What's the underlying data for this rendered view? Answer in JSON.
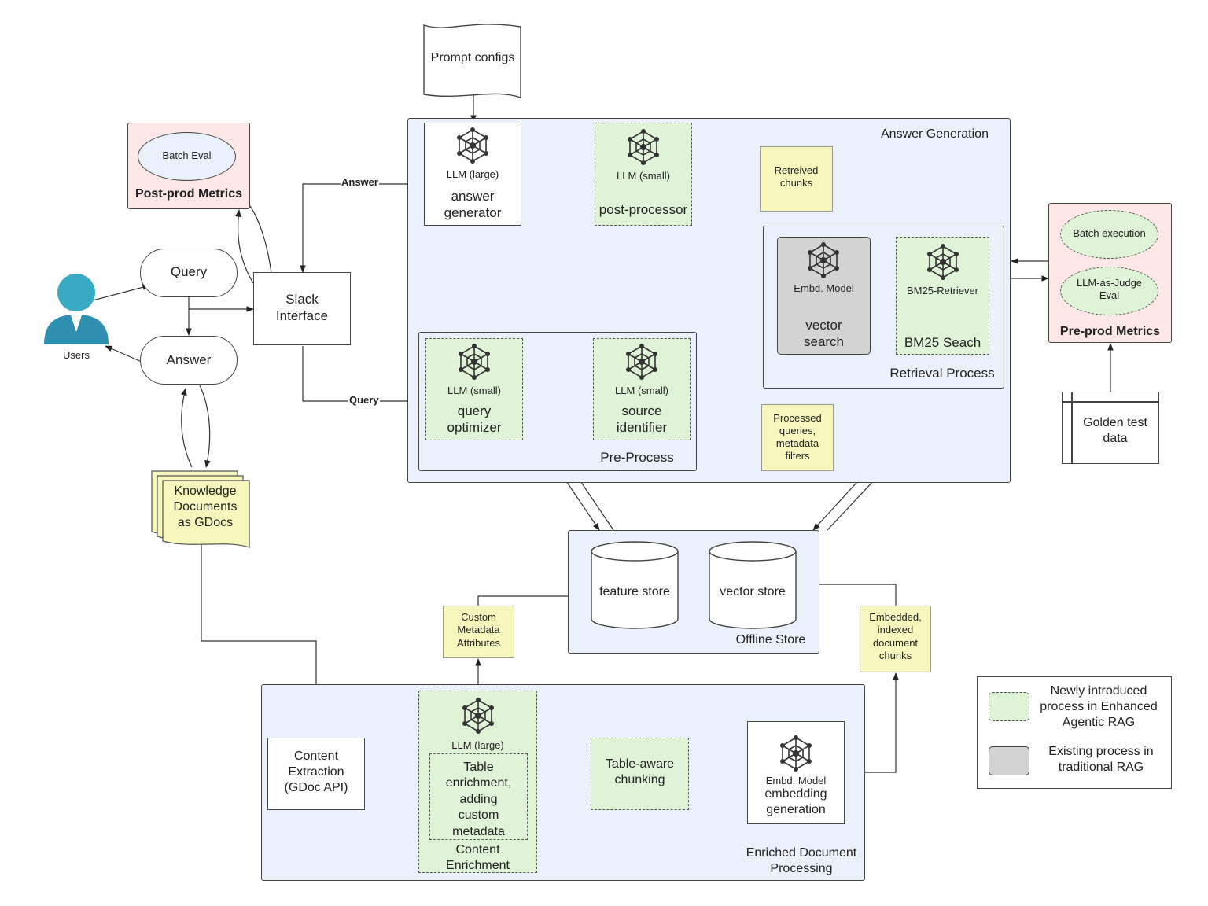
{
  "prompt_configs": "Prompt configs",
  "post_prod": {
    "title": "Post-prod Metrics",
    "batch_eval": "Batch Eval"
  },
  "pre_prod": {
    "title": "Pre-prod Metrics",
    "batch_execution": "Batch execution",
    "judge": "LLM-as-Judge\nEval"
  },
  "golden": "Golden test\ndata",
  "users": "Users",
  "query": "Query",
  "answer": "Answer",
  "slack": "Slack\nInterface",
  "knowledge_docs": "Knowledge\nDocuments\nas GDocs",
  "edge_labels": {
    "answer": "Answer",
    "query": "Query"
  },
  "answer_generation": {
    "title": "Answer Generation",
    "llm_large": {
      "model": "LLM (large)",
      "name": "answer\ngenerator"
    },
    "post_processor": {
      "model": "LLM (small)",
      "name": "post-processor"
    },
    "retrieved_chunks": "Retreived\nchunks",
    "retrieval_process": {
      "title": "Retrieval Process",
      "embd": {
        "model": "Embd. Model",
        "name": "vector\nsearch"
      },
      "bm25": {
        "model": "BM25-Retriever",
        "name": "BM25 Seach"
      }
    },
    "pre_process": {
      "title": "Pre-Process",
      "query_optimizer": {
        "model": "LLM (small)",
        "name": "query\noptimizer"
      },
      "source_identifier": {
        "model": "LLM (small)",
        "name": "source\nidentifier"
      }
    },
    "processed_queries": "Processed\nqueries,\nmetadata\nfilters"
  },
  "offline_store": {
    "title": "Offline Store",
    "feature_store": "feature store",
    "vector_store": "vector store"
  },
  "custom_metadata": "Custom\nMetadata\nAttributes",
  "embedded_chunks": "Embedded,\nindexed\ndocument\nchunks",
  "enriched_processing": {
    "title": "Enriched Document\nProcessing",
    "content_extraction": "Content\nExtraction\n(GDoc API)",
    "enrichment": {
      "model": "LLM (large)",
      "inner": "Table\nenrichment,\nadding\ncustom\nmetadata",
      "title": "Content\nEnrichment"
    },
    "chunking": "Table-aware\nchunking",
    "embedding": {
      "model": "Embd. Model",
      "name": "embedding\ngeneration"
    }
  },
  "legend": {
    "new": "Newly introduced\nprocess in Enhanced\nAgentic RAG",
    "existing": "Existing process in\ntraditional RAG"
  },
  "colors": {
    "new_process": "#dff3d6",
    "existing_process": "#d3d3d3",
    "note": "#f7f7bd",
    "group": "#ebf1fb",
    "metrics": "#fde7e7",
    "user": "#3aa9c4"
  },
  "icons": {
    "llm": "network-icon",
    "user": "user-icon"
  }
}
